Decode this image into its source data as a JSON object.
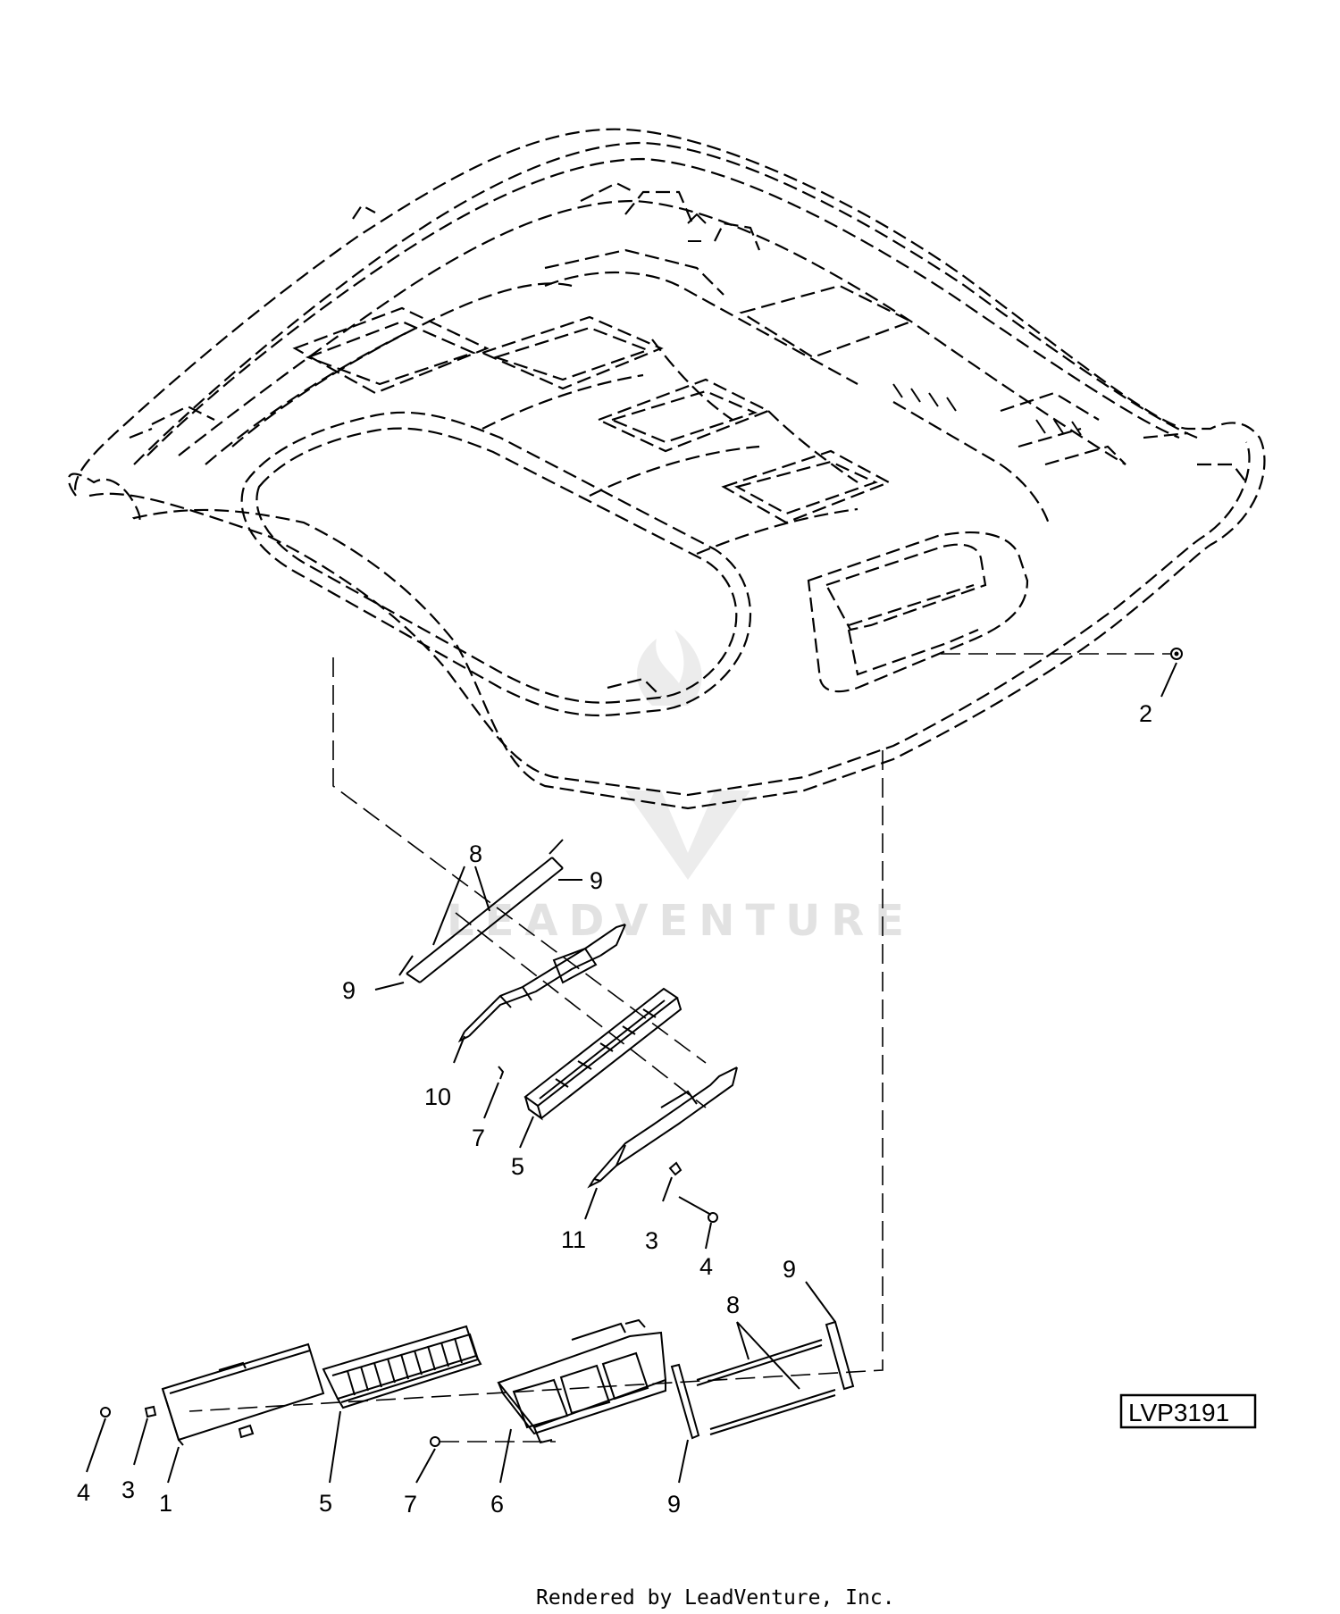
{
  "diagram": {
    "reference_code": "LVP3191",
    "footer_text": "Rendered by LeadVenture, Inc.",
    "watermark_text": "LEADVENTURE",
    "callouts": [
      {
        "id": "c-top-2",
        "label": "2"
      },
      {
        "id": "c-up-8",
        "label": "8"
      },
      {
        "id": "c-up-9a",
        "label": "9"
      },
      {
        "id": "c-up-9b",
        "label": "9"
      },
      {
        "id": "c-up-10",
        "label": "10"
      },
      {
        "id": "c-up-7",
        "label": "7"
      },
      {
        "id": "c-up-5",
        "label": "5"
      },
      {
        "id": "c-up-11",
        "label": "11"
      },
      {
        "id": "c-up-3",
        "label": "3"
      },
      {
        "id": "c-up-4",
        "label": "4"
      },
      {
        "id": "c-lo-9a",
        "label": "9"
      },
      {
        "id": "c-lo-8",
        "label": "8"
      },
      {
        "id": "c-lo-9b",
        "label": "9"
      },
      {
        "id": "c-lo-4",
        "label": "4"
      },
      {
        "id": "c-lo-3",
        "label": "3"
      },
      {
        "id": "c-lo-1",
        "label": "1"
      },
      {
        "id": "c-lo-5",
        "label": "5"
      },
      {
        "id": "c-lo-7",
        "label": "7"
      },
      {
        "id": "c-lo-6",
        "label": "6"
      }
    ]
  }
}
